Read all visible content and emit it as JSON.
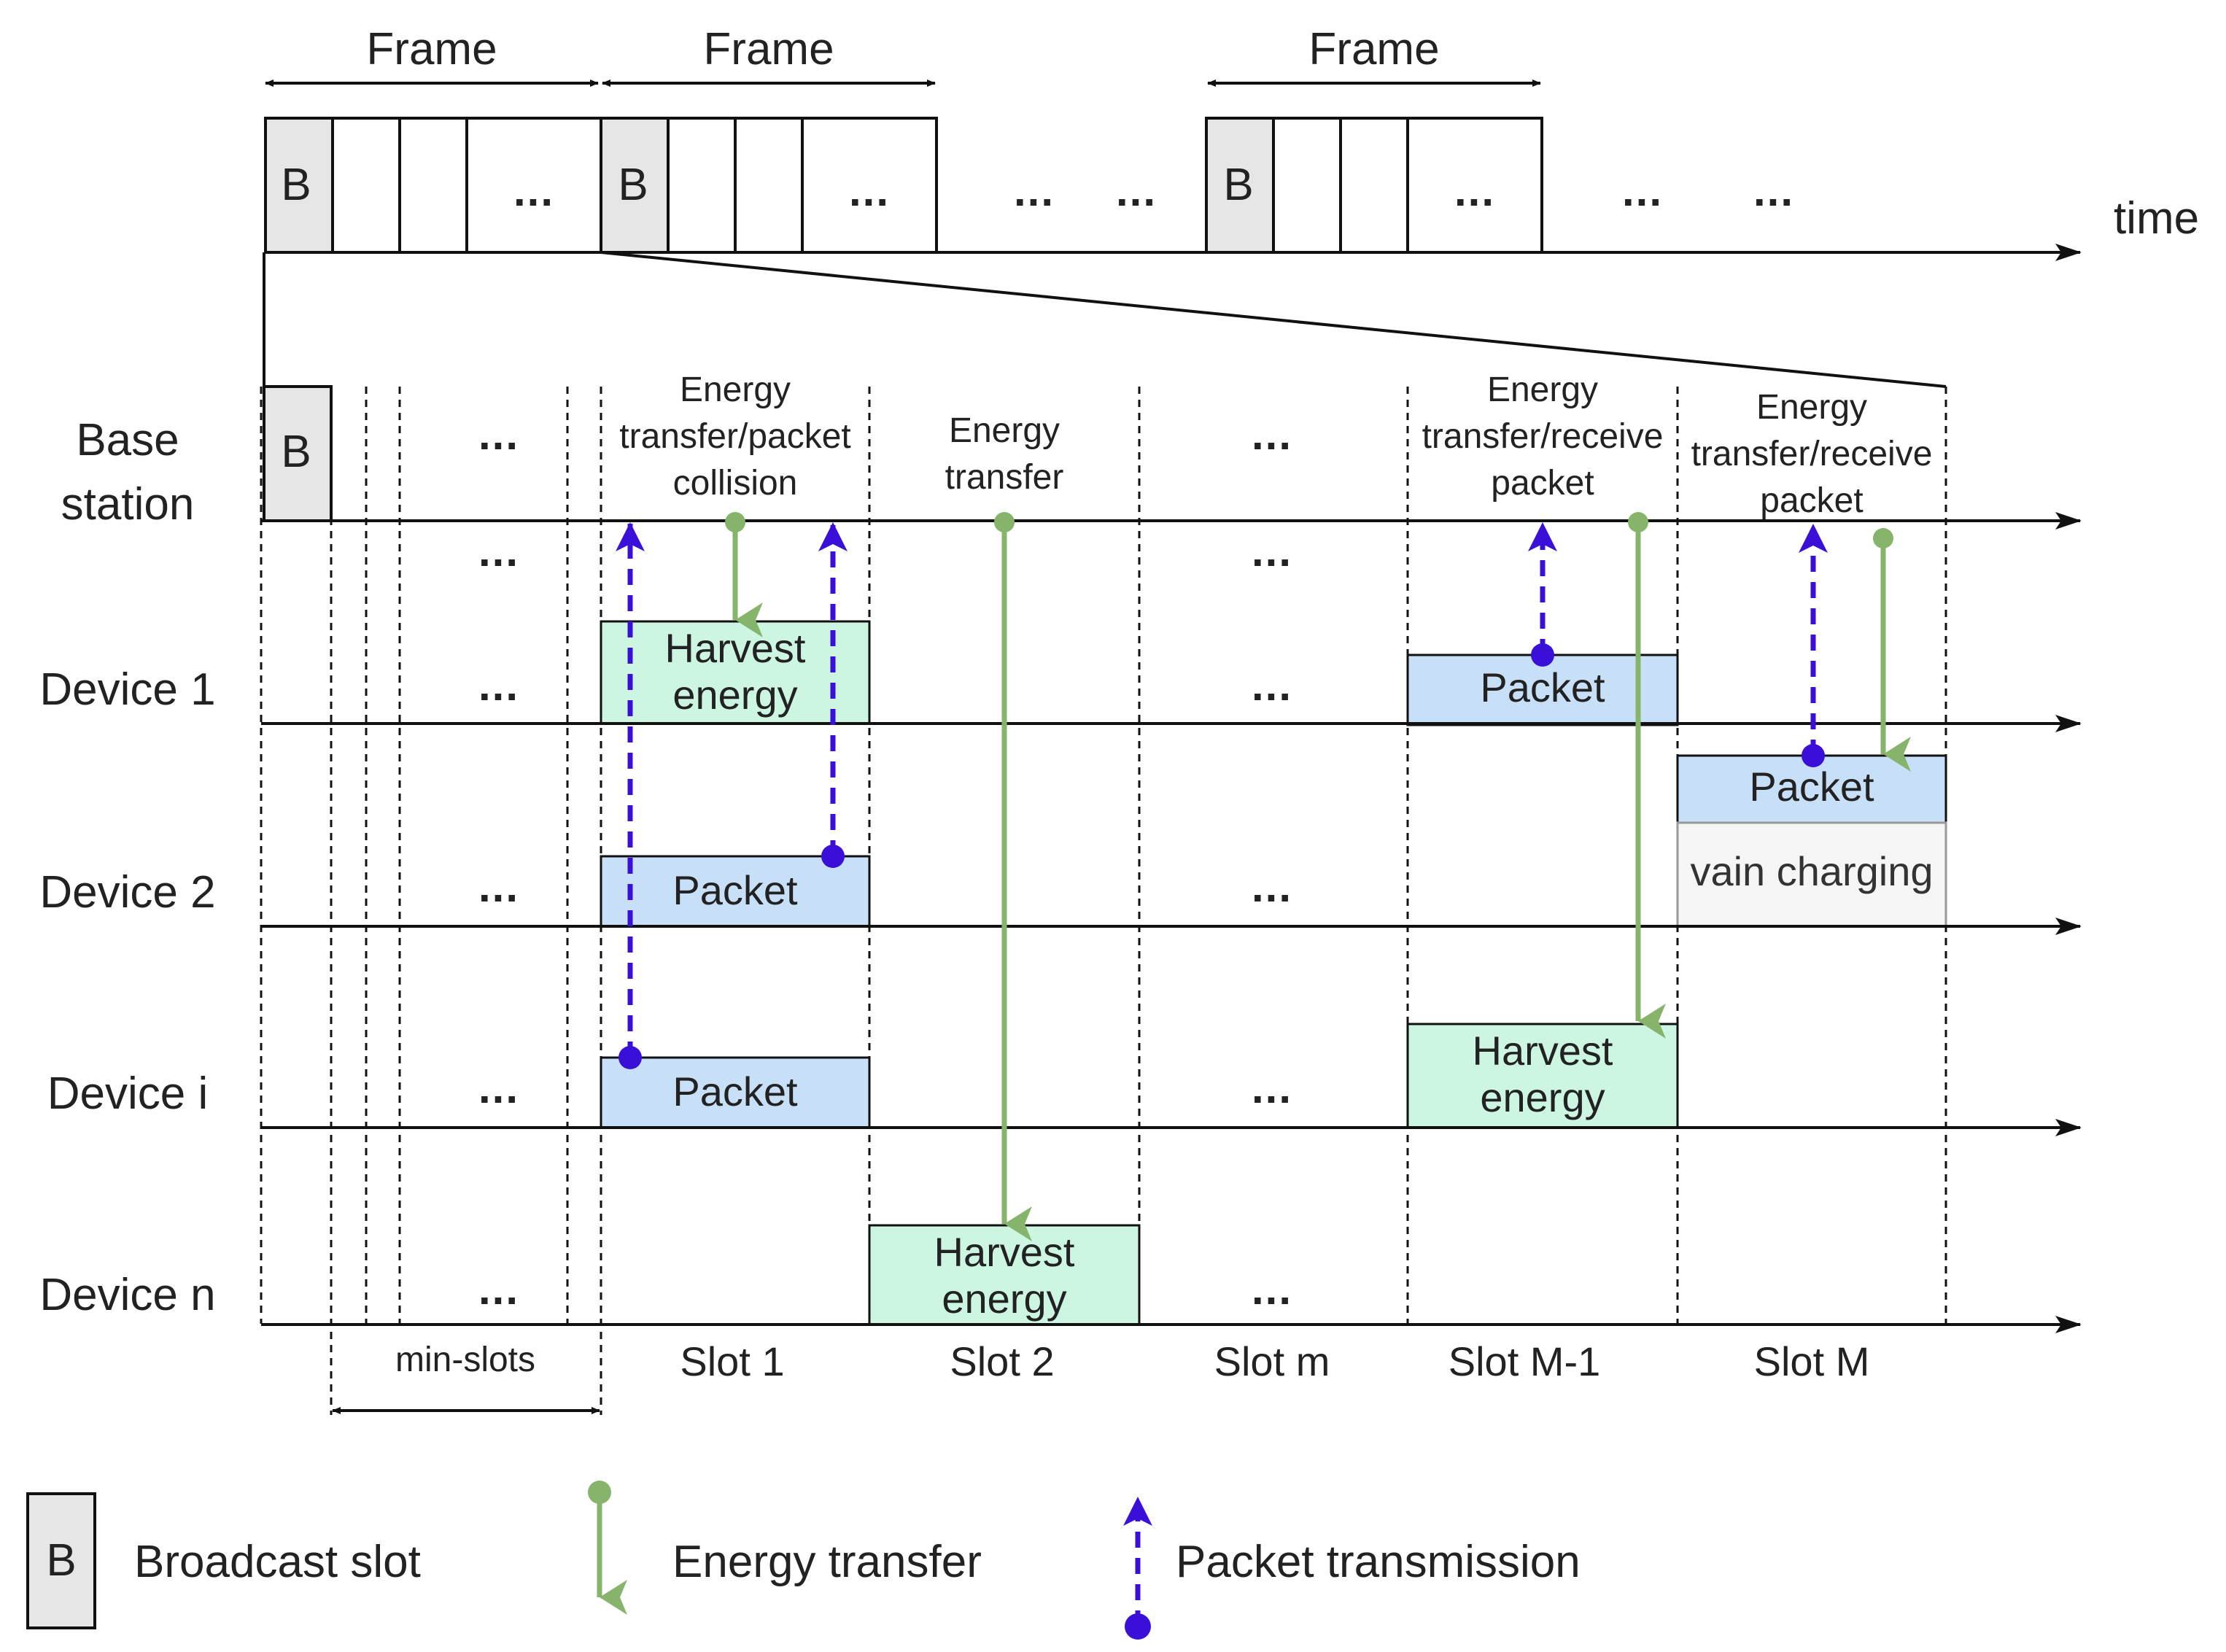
{
  "colors": {
    "broadcast_fill": "#e6e6e6",
    "harvest_fill": "#ccf5e2",
    "packet_fill": "#c7e0f8",
    "vain_fill": "#f5f5f5",
    "energy_arrow": "#86b46a",
    "packet_arrow": "#3a10d8",
    "line": "#111111"
  },
  "timeline": {
    "frame_labels": [
      "Frame",
      "Frame",
      "Frame"
    ],
    "broadcast_letter": "B",
    "ellipsis": "...",
    "time_label": "time"
  },
  "rows": {
    "base_station_line1": "Base",
    "base_station_line2": "station",
    "device_labels": [
      "Device 1",
      "Device 2",
      "Device i",
      "Device n"
    ]
  },
  "slots": {
    "labels": [
      "min-slots",
      "Slot 1",
      "Slot 2",
      "Slot m",
      "Slot M-1",
      "Slot M"
    ]
  },
  "base_station_text": {
    "slot1": [
      "Energy",
      "transfer/packet",
      "collision"
    ],
    "slot2": [
      "Energy",
      "transfer"
    ],
    "slotM1": [
      "Energy",
      "transfer/receive",
      "packet"
    ],
    "slotM": [
      "Energy",
      "transfer/receive",
      "packet"
    ]
  },
  "boxes": {
    "harvest": [
      "Harvest",
      "energy"
    ],
    "packet": "Packet",
    "vain": "vain charging"
  },
  "legend": {
    "broadcast": "Broadcast slot",
    "energy": "Energy transfer",
    "packet": "Packet transmission"
  }
}
